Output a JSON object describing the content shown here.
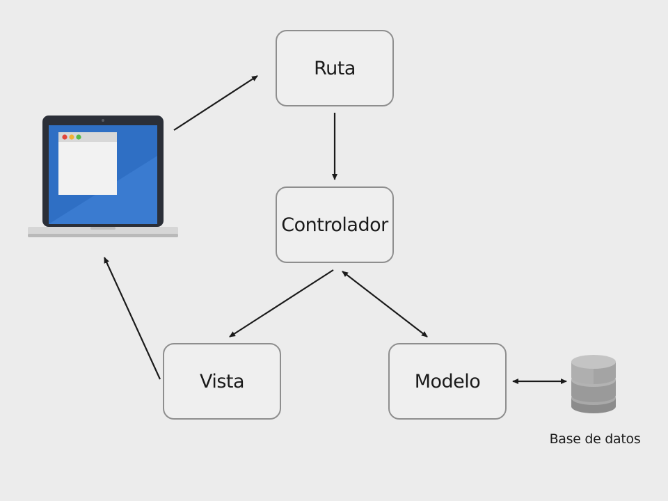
{
  "diagram": {
    "nodes": {
      "ruta": "Ruta",
      "controlador": "Controlador",
      "vista": "Vista",
      "modelo": "Modelo"
    },
    "database_label": "Base de datos",
    "icons": {
      "client": "laptop-icon",
      "storage": "database-icon"
    },
    "edges": [
      {
        "from": "laptop",
        "to": "ruta",
        "direction": "forward"
      },
      {
        "from": "ruta",
        "to": "controlador",
        "direction": "forward"
      },
      {
        "from": "controlador",
        "to": "vista",
        "direction": "forward"
      },
      {
        "from": "controlador",
        "to": "modelo",
        "direction": "both"
      },
      {
        "from": "modelo",
        "to": "database",
        "direction": "both"
      },
      {
        "from": "vista",
        "to": "laptop",
        "direction": "forward"
      }
    ],
    "colors": {
      "background": "#ececec",
      "node_border": "#8e8e8e",
      "arrow": "#1a1a1a",
      "screen_blue": "#2f6fc4"
    }
  }
}
